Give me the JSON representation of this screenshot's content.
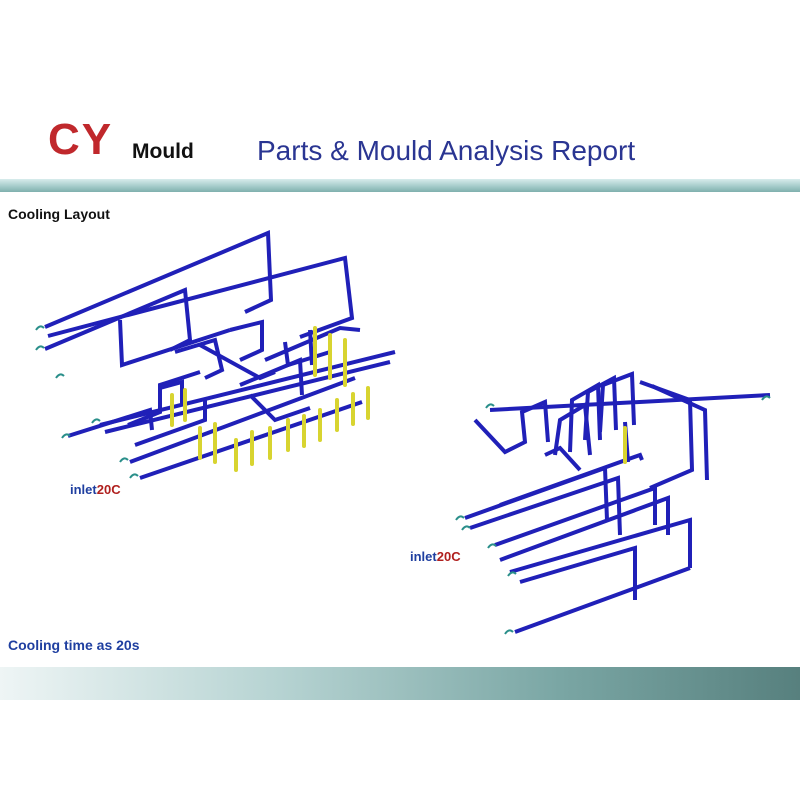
{
  "header": {
    "logo_primary": "CY",
    "logo_secondary": "Mould",
    "title": "Parts & Mould Analysis Report"
  },
  "section": {
    "title": "Cooling Layout"
  },
  "diagrams": [
    {
      "inlet_word": "inlet",
      "inlet_temp": "20C"
    },
    {
      "inlet_word": "inlet",
      "inlet_temp": "20C"
    }
  ],
  "footer_note": "Cooling time as 20s",
  "colors": {
    "brand_red": "#c0282c",
    "title_blue": "#2a3592",
    "channel_blue": "#2020b8",
    "baffle_yellow": "#d8d430",
    "inlet_marker_teal": "#2a8f8a",
    "band_teal": "#7fb0ae"
  }
}
